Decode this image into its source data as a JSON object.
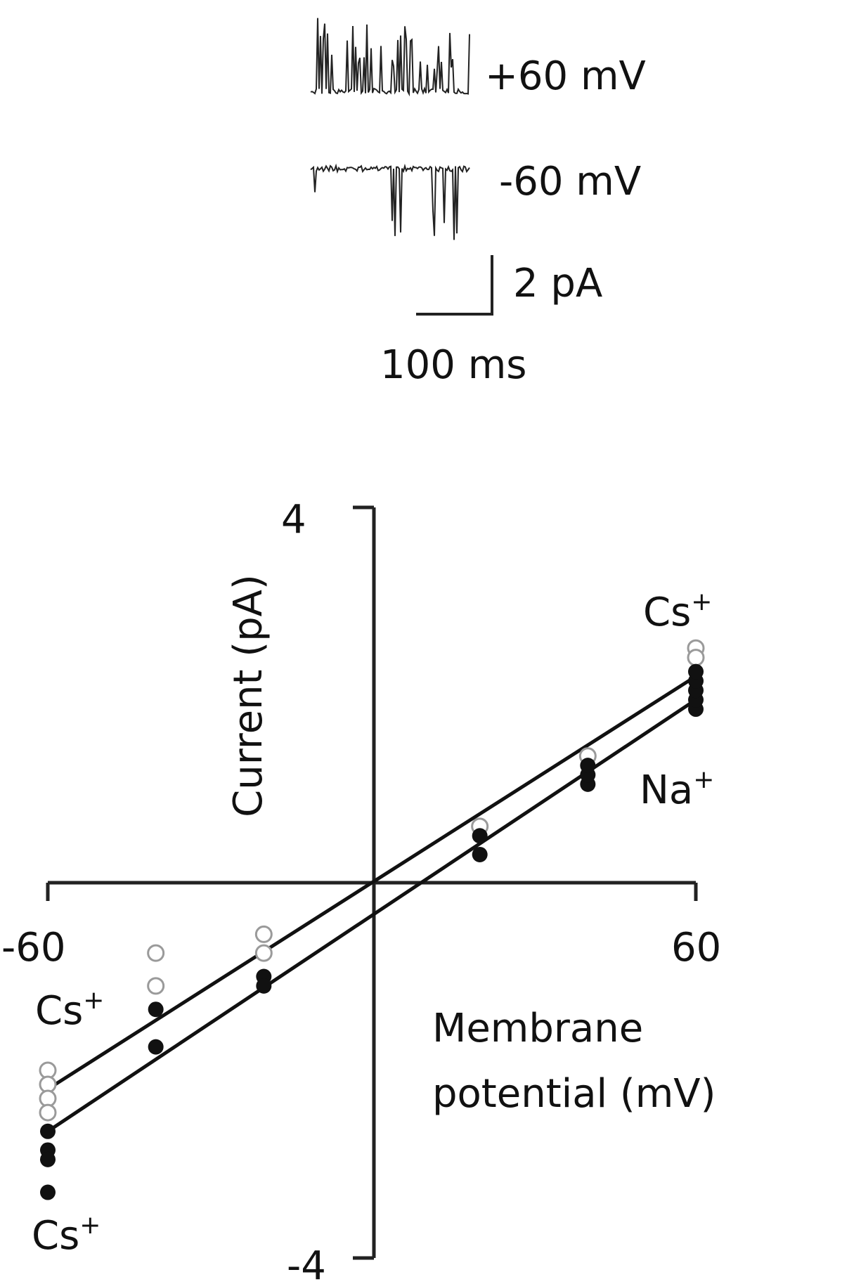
{
  "traces": {
    "positive_label": "+60 mV",
    "negative_label": "-60 mV",
    "scale_current": "2 pA",
    "scale_time": "100 ms"
  },
  "chart_data": {
    "type": "scatter",
    "title": "",
    "xlabel_line1": "Membrane",
    "xlabel_line2": "potential (mV)",
    "ylabel": "Current (pA)",
    "xlim": [
      -60,
      60
    ],
    "ylim": [
      -4,
      4
    ],
    "xticks": [
      "-60",
      "60"
    ],
    "yticks": [
      "4",
      "-4"
    ],
    "annotations": {
      "cs_upper_right": "Cs",
      "na_right": "Na",
      "cs_left": "Cs",
      "cs_bottom_left": "Cs",
      "superscript": "+"
    },
    "lines": [
      {
        "x": [
          -60,
          60
        ],
        "y": [
          -2.2,
          2.2
        ],
        "color": "#111111"
      },
      {
        "x": [
          -60,
          60
        ],
        "y": [
          -2.65,
          1.95
        ],
        "color": "#111111"
      }
    ],
    "series": [
      {
        "style": "open",
        "color": "#9a9a9a",
        "points": [
          [
            -60,
            -2.0
          ],
          [
            -60,
            -2.15
          ],
          [
            -60,
            -2.3
          ],
          [
            -60,
            -2.45
          ],
          [
            -40,
            -0.75
          ],
          [
            -40,
            -1.1
          ],
          [
            -20,
            -0.55
          ],
          [
            -20,
            -0.75
          ],
          [
            20,
            0.6
          ],
          [
            40,
            1.35
          ],
          [
            60,
            2.5
          ],
          [
            60,
            2.4
          ]
        ]
      },
      {
        "style": "filled",
        "color": "#111111",
        "points": [
          [
            -60,
            -2.65
          ],
          [
            -60,
            -2.85
          ],
          [
            -60,
            -2.95
          ],
          [
            -60,
            -3.3
          ],
          [
            -40,
            -1.35
          ],
          [
            -40,
            -1.75
          ],
          [
            -20,
            -1.0
          ],
          [
            -20,
            -1.1
          ],
          [
            20,
            0.3
          ],
          [
            20,
            0.5
          ],
          [
            40,
            1.05
          ],
          [
            40,
            1.15
          ],
          [
            40,
            1.25
          ],
          [
            60,
            1.85
          ],
          [
            60,
            1.95
          ],
          [
            60,
            2.05
          ],
          [
            60,
            2.15
          ],
          [
            60,
            2.25
          ]
        ]
      }
    ]
  }
}
